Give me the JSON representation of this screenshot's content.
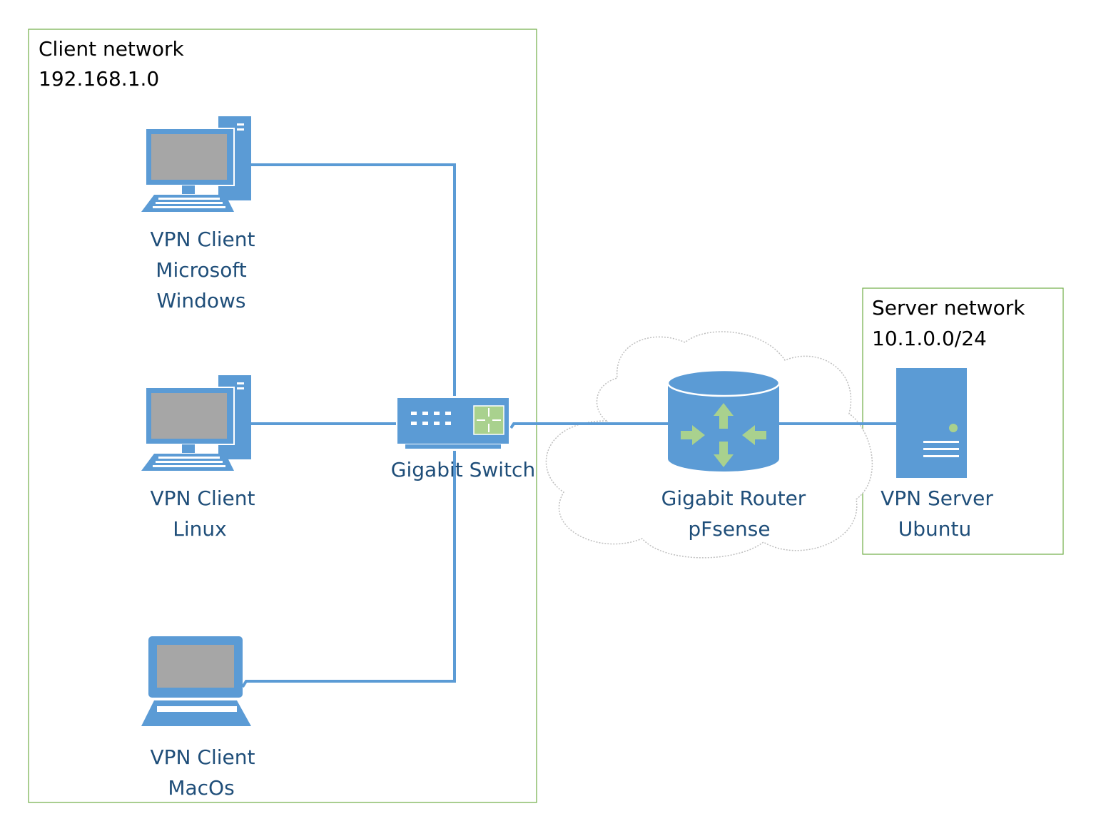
{
  "colors": {
    "zone_border": "#70AD47",
    "device_blue": "#5B9BD5",
    "link_blue": "#5B9BD5",
    "screen_gray": "#A6A6A6",
    "label_blue": "#1F4E79",
    "router_arrow_green": "#A9D18E"
  },
  "zones": {
    "client": {
      "name": "Client network",
      "subnet": "192.168.1.0"
    },
    "server": {
      "name": "Server network",
      "subnet": "10.1.0.0/24"
    }
  },
  "nodes": {
    "windows": {
      "icon": "desktop-pc-icon",
      "lines": [
        "VPN Client",
        "Microsoft",
        "Windows"
      ]
    },
    "linux": {
      "icon": "desktop-pc-icon",
      "lines": [
        "VPN Client",
        "Linux"
      ]
    },
    "macos": {
      "icon": "laptop-icon",
      "lines": [
        "VPN Client",
        "MacOs"
      ]
    },
    "switch": {
      "icon": "network-switch-icon",
      "lines": [
        "Gigabit Switch"
      ]
    },
    "router": {
      "icon": "router-icon",
      "lines": [
        "Gigabit Router",
        "pFsense"
      ]
    },
    "server": {
      "icon": "tower-server-icon",
      "lines": [
        "VPN Server",
        "Ubuntu"
      ]
    },
    "cloud": {
      "icon": "cloud-icon"
    }
  },
  "links": [
    {
      "from": "windows",
      "to": "switch"
    },
    {
      "from": "linux",
      "to": "switch"
    },
    {
      "from": "macos",
      "to": "switch"
    },
    {
      "from": "switch",
      "to": "router"
    },
    {
      "from": "router",
      "to": "server"
    }
  ]
}
